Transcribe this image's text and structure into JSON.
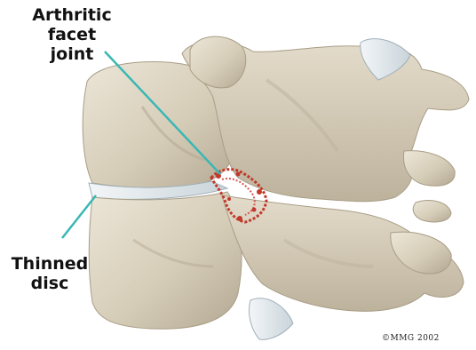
{
  "labels": {
    "facet": {
      "line1": "Arthritic",
      "line2": "facet",
      "line3": "joint"
    },
    "disc": {
      "line1": "Thinned",
      "line2": "disc"
    }
  },
  "copyright": "©MMG 2002",
  "colors": {
    "bone": "#d6cdb8",
    "bone_shadow": "#b8ad97",
    "bone_highlight": "#ece6d8",
    "disc": "#dfe6ea",
    "leader": "#3ab7b4",
    "inflammation": "#c0392b"
  }
}
